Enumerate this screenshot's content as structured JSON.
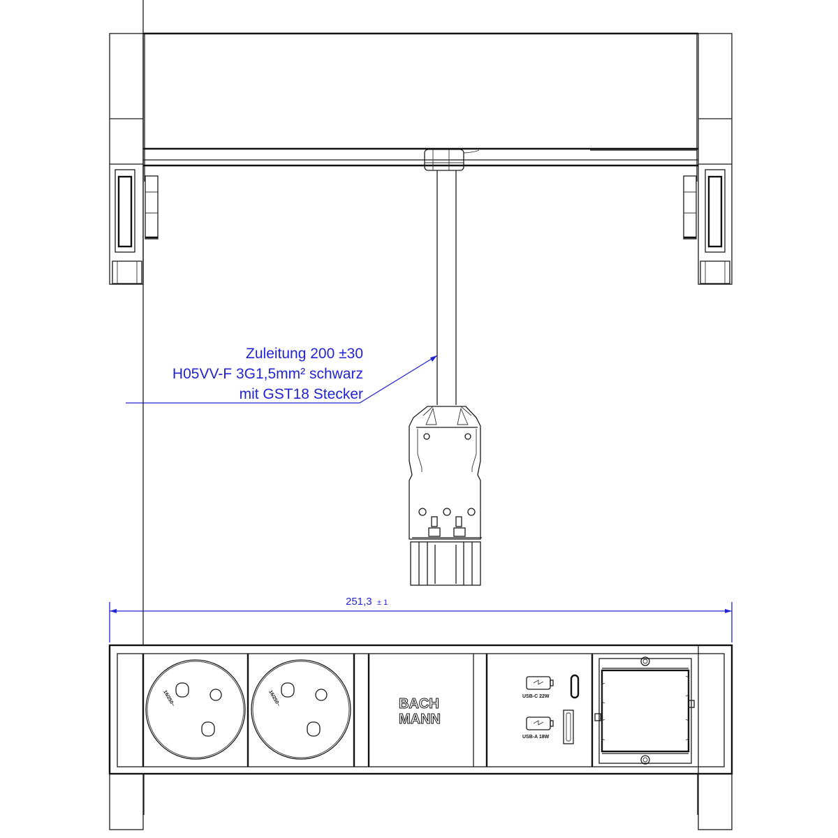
{
  "drawing": {
    "views": [
      "top-view",
      "front-view"
    ],
    "cable_callout": {
      "lines": [
        "Zuleitung 200 ±30",
        "H05VV-F 3G1,5mm² schwarz",
        "mit GST18 Stecker"
      ]
    },
    "width_dimension": {
      "value": "251,3",
      "tolerance": "± 1"
    },
    "front_panel": {
      "modules": [
        {
          "type": "socket",
          "rating": "16/250~"
        },
        {
          "type": "socket",
          "rating": "16/250~"
        },
        {
          "type": "blank-logo",
          "logo_line1": "BACH",
          "logo_line2": "MANN"
        },
        {
          "type": "usb-charger",
          "ports": [
            {
              "label": "USB-C 22W"
            },
            {
              "label": "USB-A 18W"
            }
          ]
        },
        {
          "type": "empty-frame"
        }
      ]
    },
    "colors": {
      "line": "#1a1a1a",
      "dimension": "#2323d6",
      "background": "#ffffff"
    }
  }
}
